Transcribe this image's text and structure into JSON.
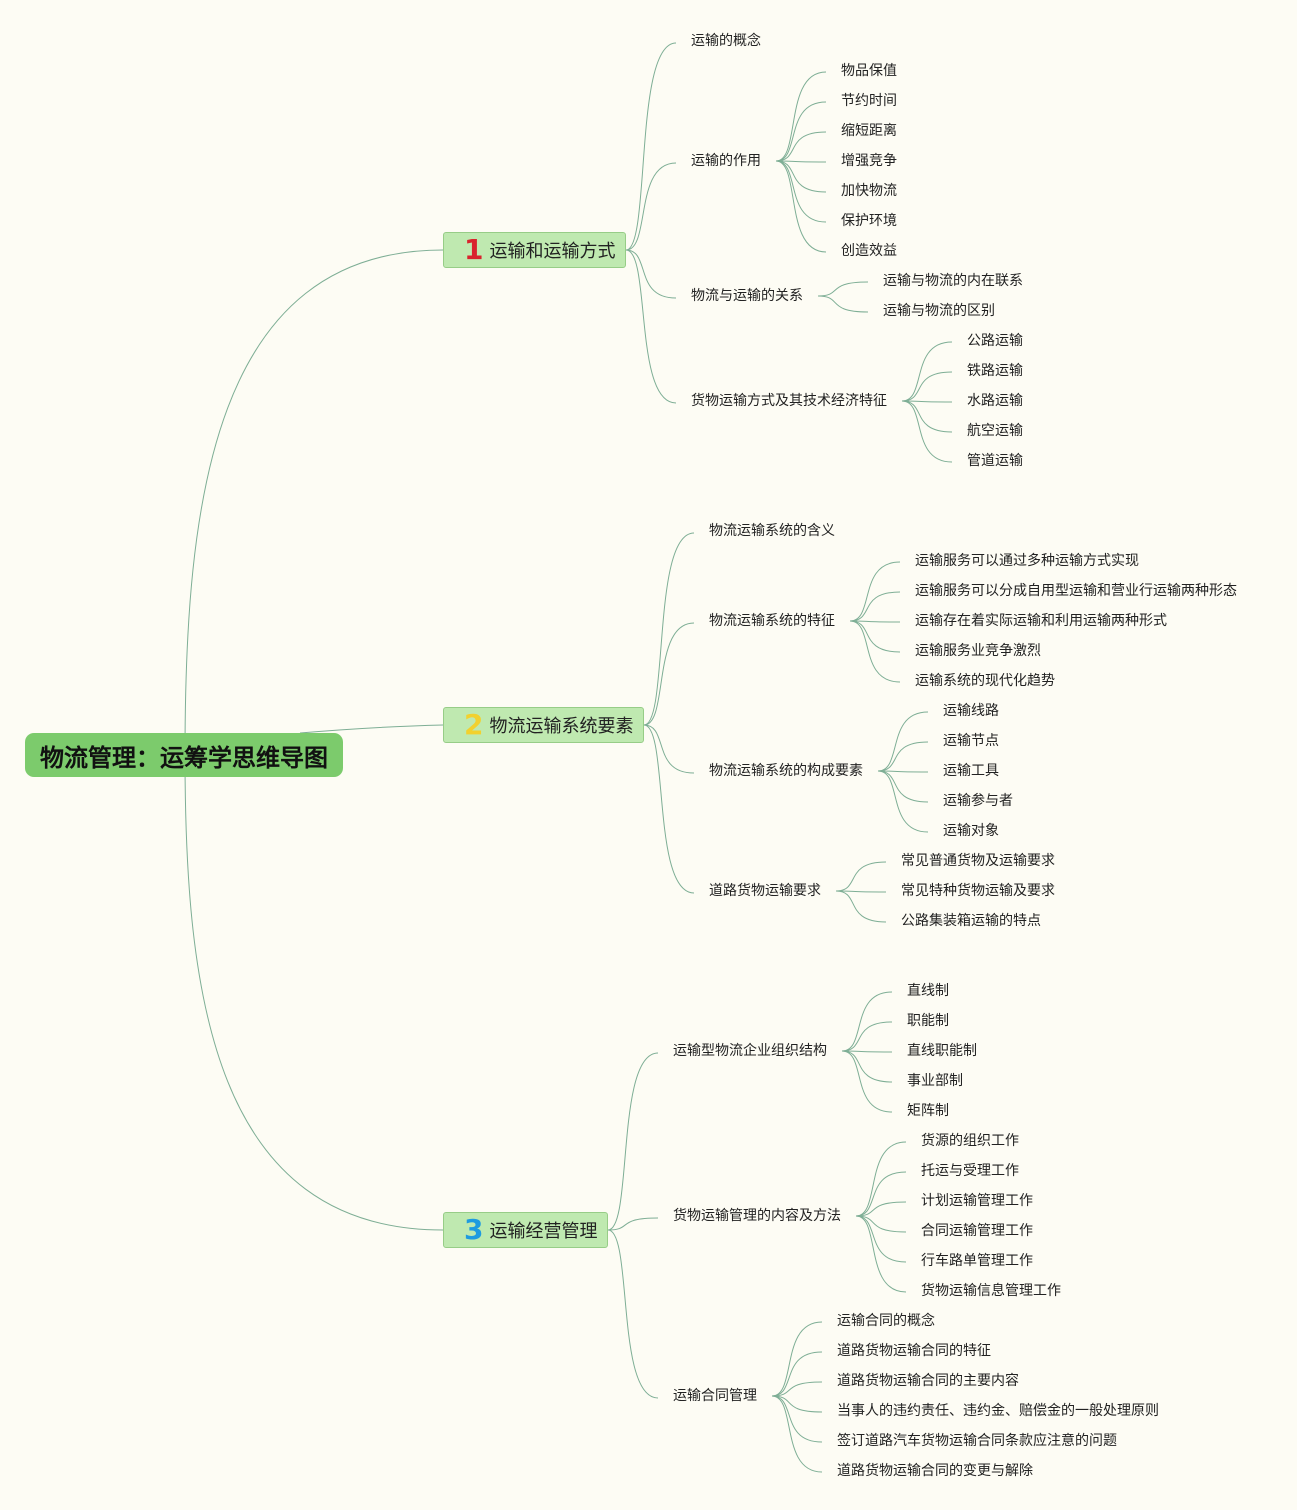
{
  "root": {
    "label": "物流管理：运筹学思维导图"
  },
  "branches": [
    {
      "number": "1",
      "label": "运输和运输方式",
      "number_color": "#d9232d",
      "children": [
        {
          "label": "运输的概念",
          "children": []
        },
        {
          "label": "运输的作用",
          "children": [
            "物品保值",
            "节约时间",
            "缩短距离",
            "增强竞争",
            "加快物流",
            "保护环境",
            "创造效益"
          ]
        },
        {
          "label": "物流与运输的关系",
          "children": [
            "运输与物流的内在联系",
            "运输与物流的区别"
          ]
        },
        {
          "label": "货物运输方式及其技术经济特征",
          "children": [
            "公路运输",
            "铁路运输",
            "水路运输",
            "航空运输",
            "管道运输"
          ]
        }
      ]
    },
    {
      "number": "2",
      "label": "物流运输系统要素",
      "number_color": "#f2d12e",
      "children": [
        {
          "label": "物流运输系统的含义",
          "children": []
        },
        {
          "label": "物流运输系统的特征",
          "children": [
            "运输服务可以通过多种运输方式实现",
            "运输服务可以分成自用型运输和营业行运输两种形态",
            "运输存在着实际运输和利用运输两种形式",
            "运输服务业竞争激烈",
            "运输系统的现代化趋势"
          ]
        },
        {
          "label": "物流运输系统的构成要素",
          "children": [
            "运输线路",
            "运输节点",
            "运输工具",
            "运输参与者",
            "运输对象"
          ]
        },
        {
          "label": "道路货物运输要求",
          "children": [
            "常见普通货物及运输要求",
            "常见特种货物运输及要求",
            "公路集装箱运输的特点"
          ]
        }
      ]
    },
    {
      "number": "3",
      "label": "运输经营管理",
      "number_color": "#1e9be0",
      "children": [
        {
          "label": "运输型物流企业组织结构",
          "children": [
            "直线制",
            "职能制",
            "直线职能制",
            "事业部制",
            "矩阵制"
          ]
        },
        {
          "label": "货物运输管理的内容及方法",
          "children": [
            "货源的组织工作",
            "托运与受理工作",
            "计划运输管理工作",
            "合同运输管理工作",
            "行车路单管理工作",
            "货物运输信息管理工作"
          ]
        },
        {
          "label": "运输合同管理",
          "children": [
            "运输合同的概念",
            "道路货物运输合同的特征",
            "道路货物运输合同的主要内容",
            "当事人的违约责任、违约金、赔偿金的一般处理原则",
            "签订道路汽车货物运输合同条款应注意的问题",
            "道路货物运输合同的变更与解除"
          ]
        }
      ]
    }
  ]
}
